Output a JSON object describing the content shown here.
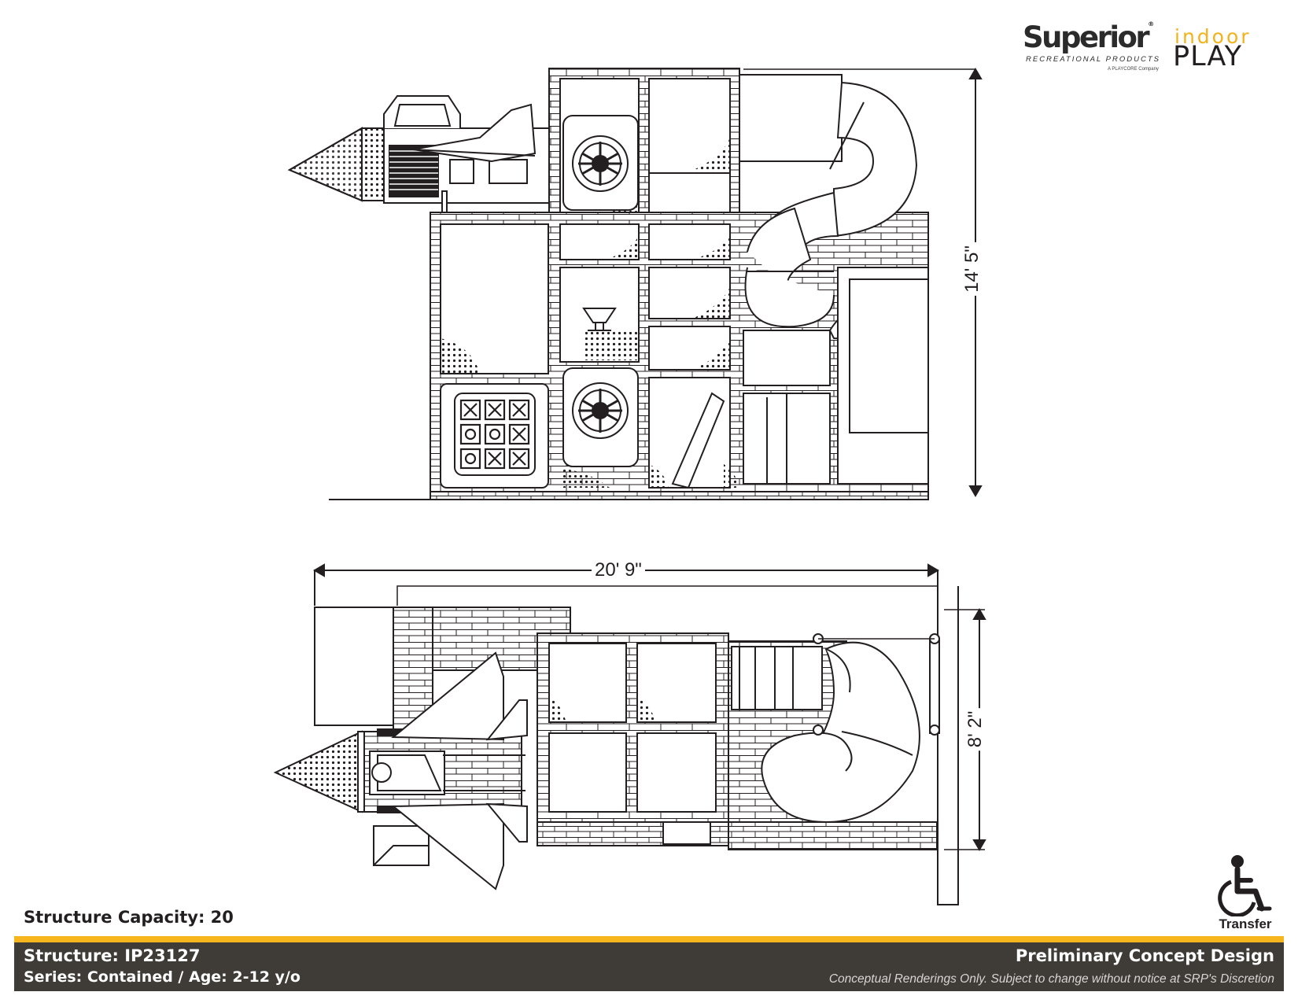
{
  "brand": {
    "name": "Superior",
    "subtitle": "RECREATIONAL PRODUCTS",
    "tagline": "A PLAYCORE Company",
    "product_line_1": "indoor",
    "product_line_2": "PLAY",
    "accent_color": "#f7b51d"
  },
  "dimensions": {
    "height": "14' 5\"",
    "width": "20' 9\"",
    "depth": "8' 2\""
  },
  "capacity": "Structure Capacity: 20",
  "accessibility": {
    "icon": "wheelchair-icon",
    "label": "Transfer"
  },
  "footer": {
    "structure": "Structure: IP23127",
    "series": "Series: Contained / Age: 2-12 y/o",
    "design_status": "Preliminary Concept Design",
    "disclaimer": "Conceptual Renderings Only. Subject to change without notice at SRP's Discretion",
    "background": "#3f3b37"
  }
}
